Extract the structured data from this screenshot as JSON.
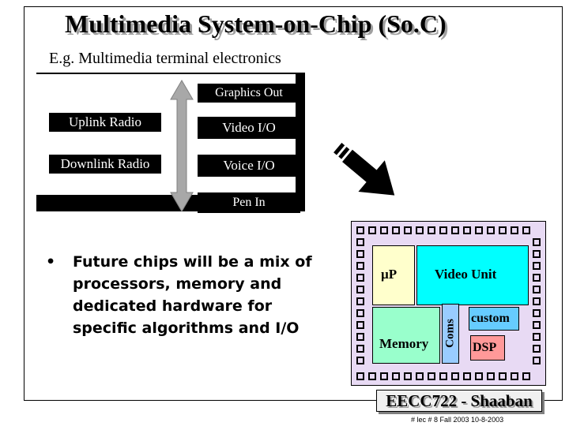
{
  "title": "Multimedia System-on-Chip (So.C)",
  "subtitle": "E.g. Multimedia terminal electronics",
  "diagram": {
    "graphics_out": "Graphics Out",
    "uplink_radio": "Uplink Radio",
    "downlink_radio": "Downlink Radio",
    "video_io": "Video I/O",
    "voice_io": "Voice I/O",
    "pen_in": "Pen In"
  },
  "bullet": {
    "symbol": "•",
    "lines": [
      "Future chips will be a mix of",
      "processors, memory and",
      "dedicated hardware for",
      "specific algorithms and I/O"
    ]
  },
  "chip": {
    "up": "µP",
    "video_unit": "Video Unit",
    "memory": "Memory",
    "coms": "Coms",
    "custom": "custom",
    "dsp": "DSP",
    "colors": {
      "die": "#e8daf4",
      "up": "#ffffcc",
      "video_unit": "#00ffff",
      "memory": "#99ffcc",
      "coms": "#99ccff",
      "custom": "#66ccff",
      "dsp": "#ff9999"
    }
  },
  "footer": {
    "course": "EECC722 - Shaaban",
    "note": "#  lec # 8    Fall 2003   10-8-2003"
  }
}
